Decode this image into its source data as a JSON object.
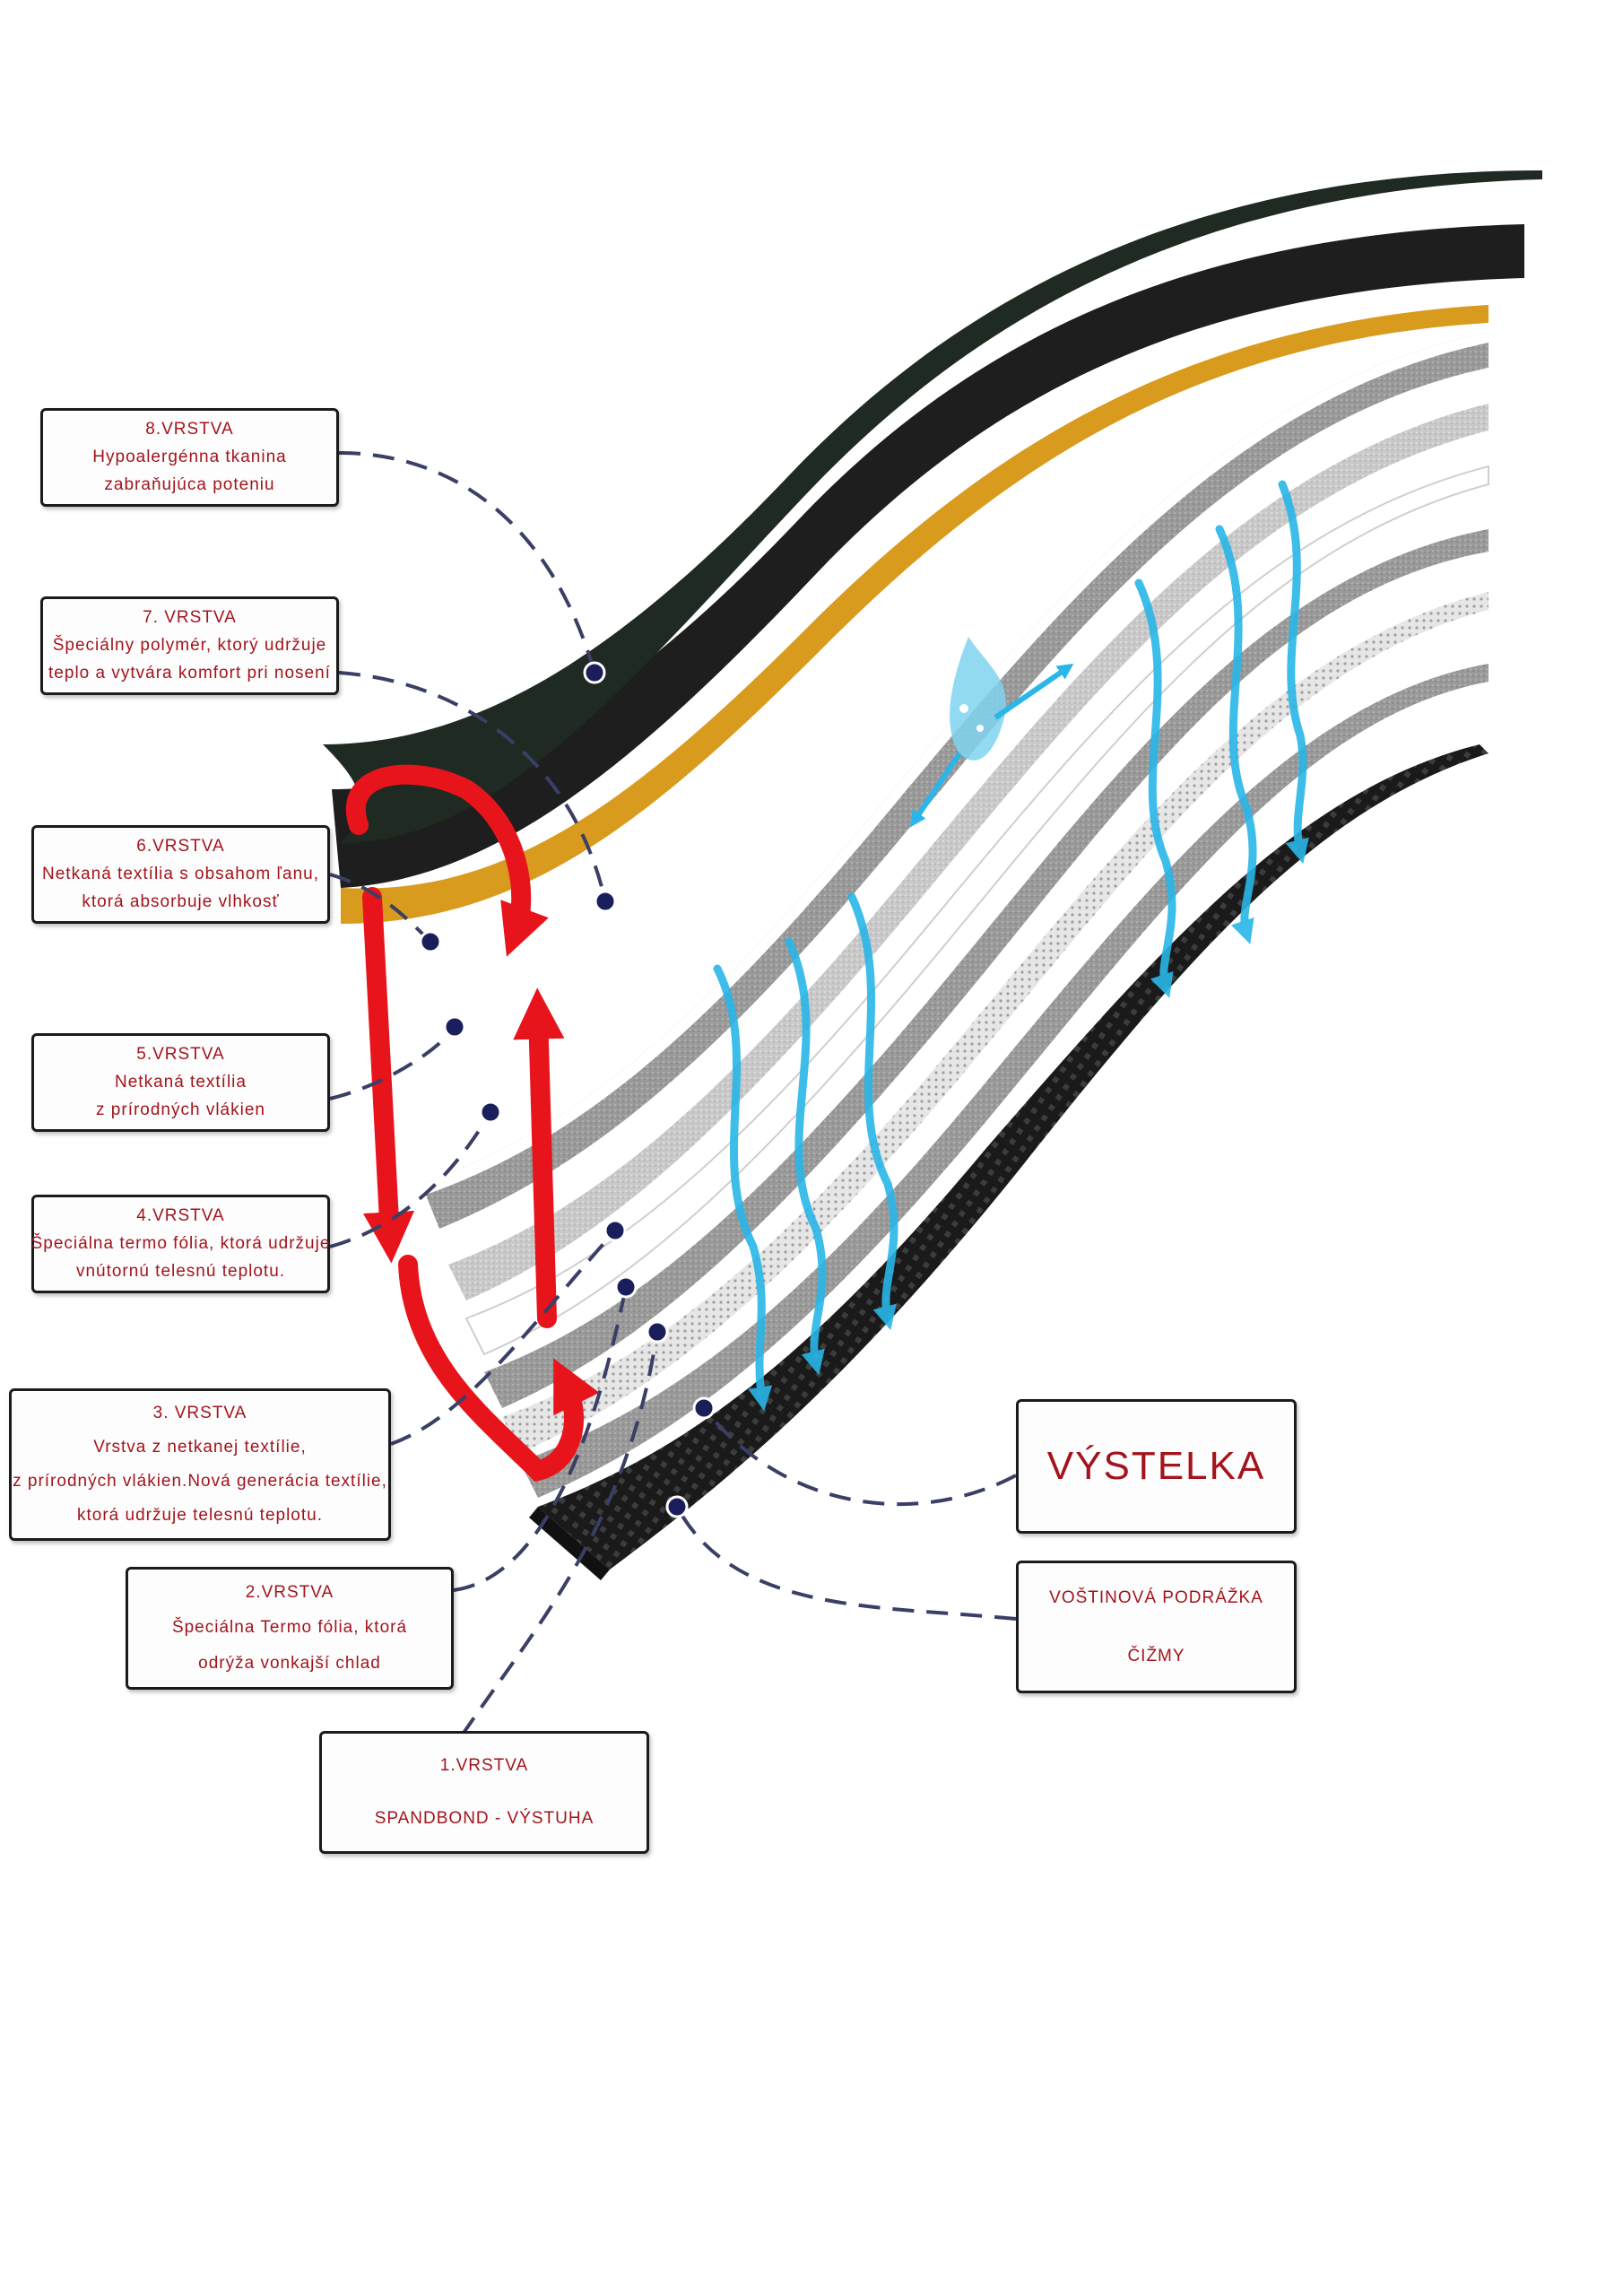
{
  "colors": {
    "label_text": "#a3141c",
    "box_border": "#1b1b1b",
    "connector": "#3a3f66",
    "marker": "#1a1f5c",
    "arrow_red": "#e8141c",
    "arrow_blue": "#29b6e8",
    "layer_dark": "#1f2a22",
    "layer_black": "#1e1e1e",
    "layer_yellow": "#d99b1e",
    "layer_grey": "#8c8c8c",
    "layer_light": "#d8d8d8",
    "layer_white": "#ffffff"
  },
  "labels": {
    "layer8": {
      "line1": "8.VRSTVA",
      "line2": "Hypoalergénna tkanina",
      "line3": "zabraňujúca poteniu"
    },
    "layer7": {
      "line1": "7. VRSTVA",
      "line2": "Špeciálny polymér, ktorý udržuje",
      "line3": "teplo a vytvára komfort pri nosení"
    },
    "layer6": {
      "line1": "6.VRSTVA",
      "line2": "Netkaná textília s obsahom ľanu,",
      "line3": "ktorá absorbuje vlhkosť"
    },
    "layer5": {
      "line1": "5.VRSTVA",
      "line2": "Netkaná textília",
      "line3": "z prírodných vlákien"
    },
    "layer4": {
      "line1": "4.VRSTVA",
      "line2": "Špeciálna termo fólia, ktorá udržuje",
      "line3": "vnútornú telesnú teplotu."
    },
    "layer3": {
      "line1": "3. VRSTVA",
      "line2": "Vrstva z netkanej textílie,",
      "line3": "z prírodných vlákien.Nová generácia textílie,",
      "line4": "ktorá udržuje telesnú teplotu."
    },
    "layer2": {
      "line1": "2.VRSTVA",
      "line2": "Špeciálna Termo fólia, ktorá",
      "line3": "odrýža vonkajší chlad"
    },
    "layer1": {
      "line1": "1.VRSTVA",
      "line2": "SPANDBOND - VÝSTUHA"
    },
    "vystelka": {
      "line1": "VÝSTELKA"
    },
    "podrazka": {
      "line1": "VOŠTINOVÁ PODRÁŽKA",
      "line2": "ČIŽMY"
    }
  },
  "icons": {
    "moisture": "water-drop-icon",
    "heat_flow": "red-circular-arrow-icon",
    "air_flow": "blue-wavy-arrow-icon"
  }
}
